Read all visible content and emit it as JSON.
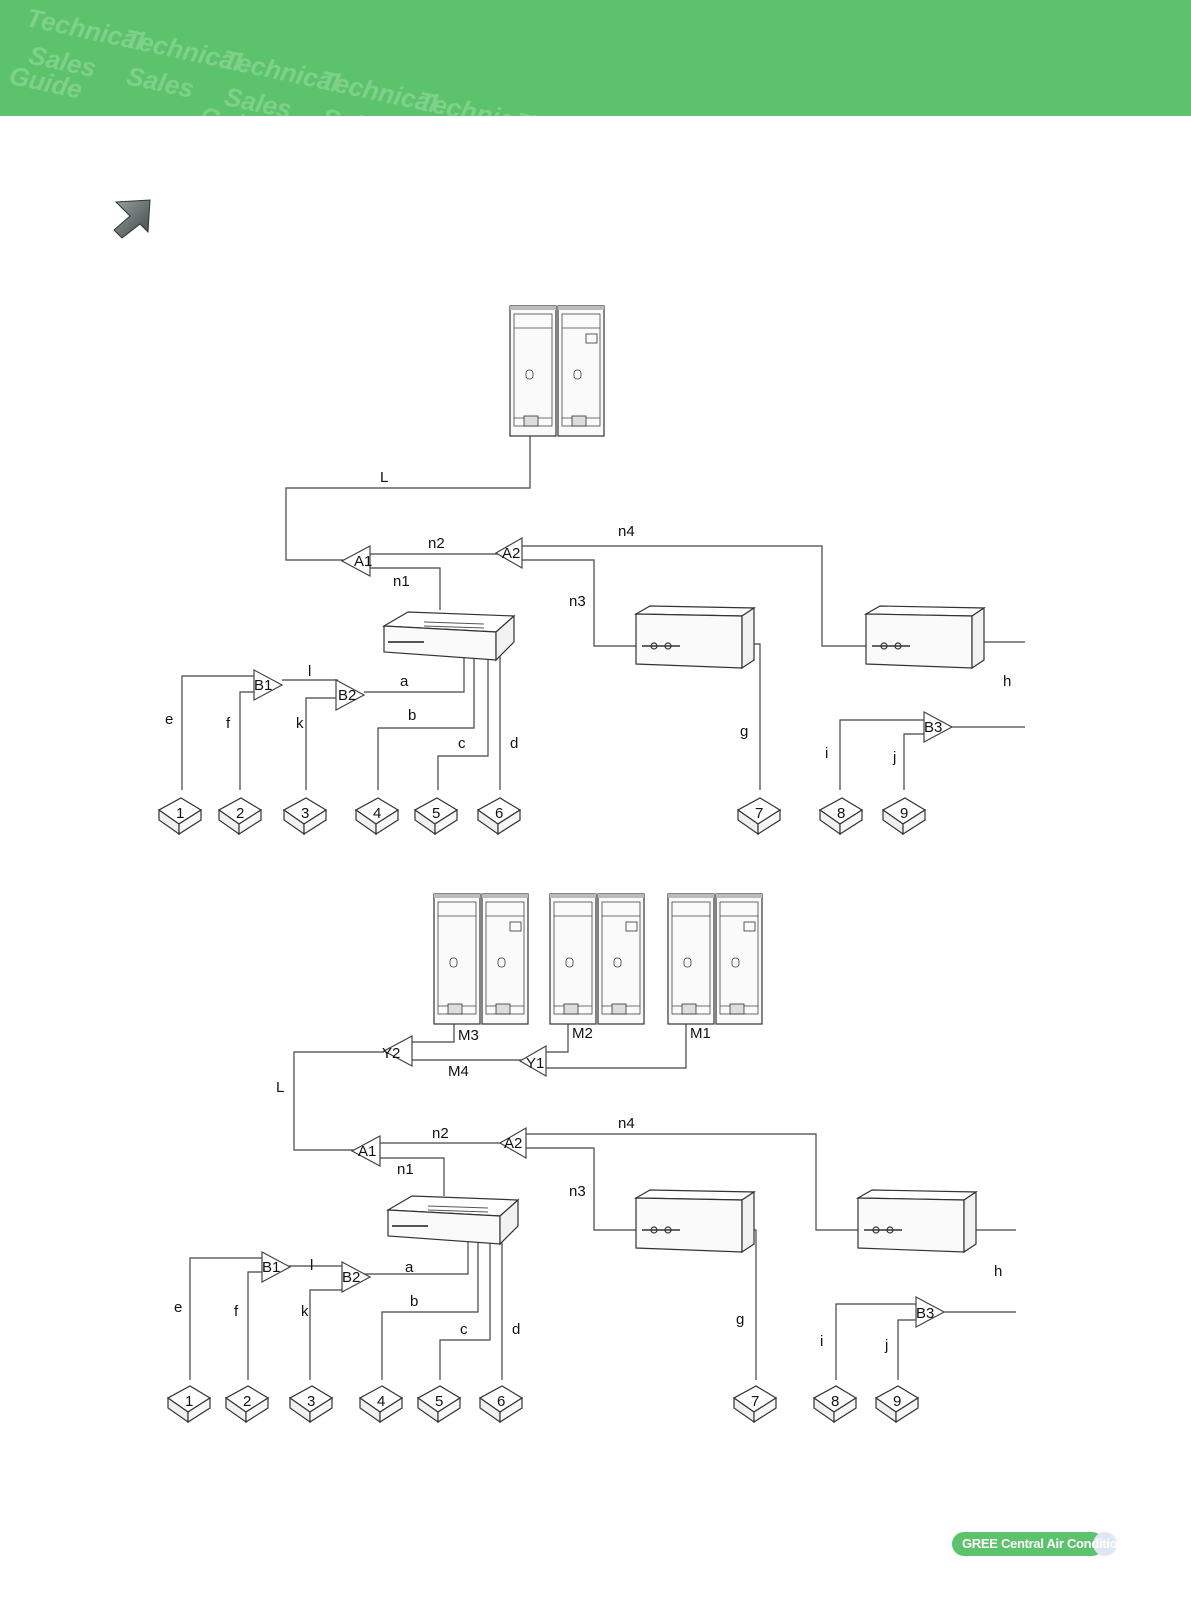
{
  "banner": {
    "color": "#5cc36c",
    "pattern_color": "#7fd08a",
    "line1": "Technical",
    "line2": "Sales",
    "line3": "Guide"
  },
  "footer": {
    "brand_text": "GREE Central Air Conditioners",
    "color": "#5cc36c"
  },
  "icons": {
    "section_arrow": "arrow-up-right-icon"
  },
  "diagram_top": {
    "pipe_labels": {
      "L": "L",
      "n1": "n1",
      "n2": "n2",
      "n3": "n3",
      "n4": "n4",
      "a": "a",
      "b": "b",
      "c": "c",
      "d": "d",
      "e": "e",
      "f": "f",
      "g": "g",
      "h": "h",
      "i": "i",
      "j": "j",
      "k": "k",
      "l": "l"
    },
    "branch_joints": [
      "A1",
      "A2",
      "B1",
      "B2",
      "B3"
    ],
    "indoor_units": [
      "1",
      "2",
      "3",
      "4",
      "5",
      "6",
      "7",
      "8",
      "9"
    ]
  },
  "diagram_bottom": {
    "pipe_labels": {
      "L": "L",
      "M1": "M1",
      "M2": "M2",
      "M3": "M3",
      "M4": "M4",
      "n1": "n1",
      "n2": "n2",
      "n3": "n3",
      "n4": "n4",
      "a": "a",
      "b": "b",
      "c": "c",
      "d": "d",
      "e": "e",
      "f": "f",
      "g": "g",
      "h": "h",
      "i": "i",
      "j": "j",
      "k": "k",
      "l": "l"
    },
    "branch_joints": [
      "Y1",
      "Y2",
      "A1",
      "A2",
      "B1",
      "B2",
      "B3"
    ],
    "indoor_units": [
      "1",
      "2",
      "3",
      "4",
      "5",
      "6",
      "7",
      "8",
      "9"
    ]
  }
}
